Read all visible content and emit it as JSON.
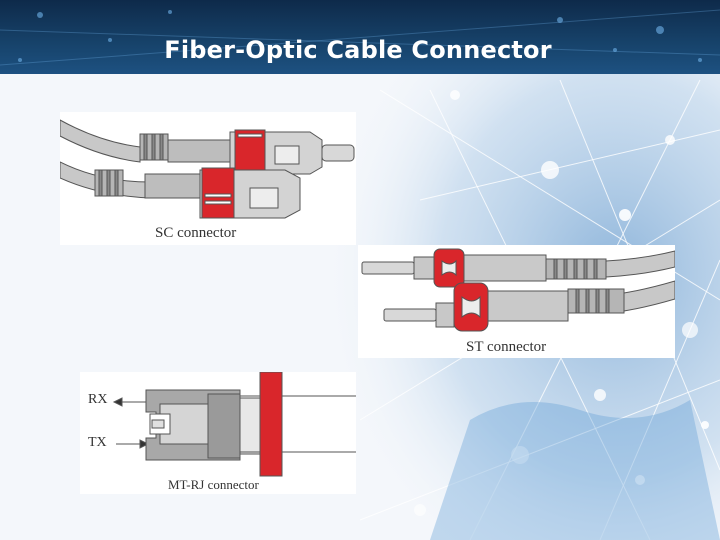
{
  "slide": {
    "title": "Fiber-Optic Cable Connector"
  },
  "connectors": {
    "sc": {
      "caption": "SC connector"
    },
    "st": {
      "caption": "ST connector"
    },
    "mtrj": {
      "caption": "MT-RJ connector",
      "rx_label": "RX",
      "tx_label": "TX"
    }
  },
  "colors": {
    "accent_red": "#d9262b",
    "cable_gray": "#c8c8c8",
    "title_bar": "#17436b"
  }
}
